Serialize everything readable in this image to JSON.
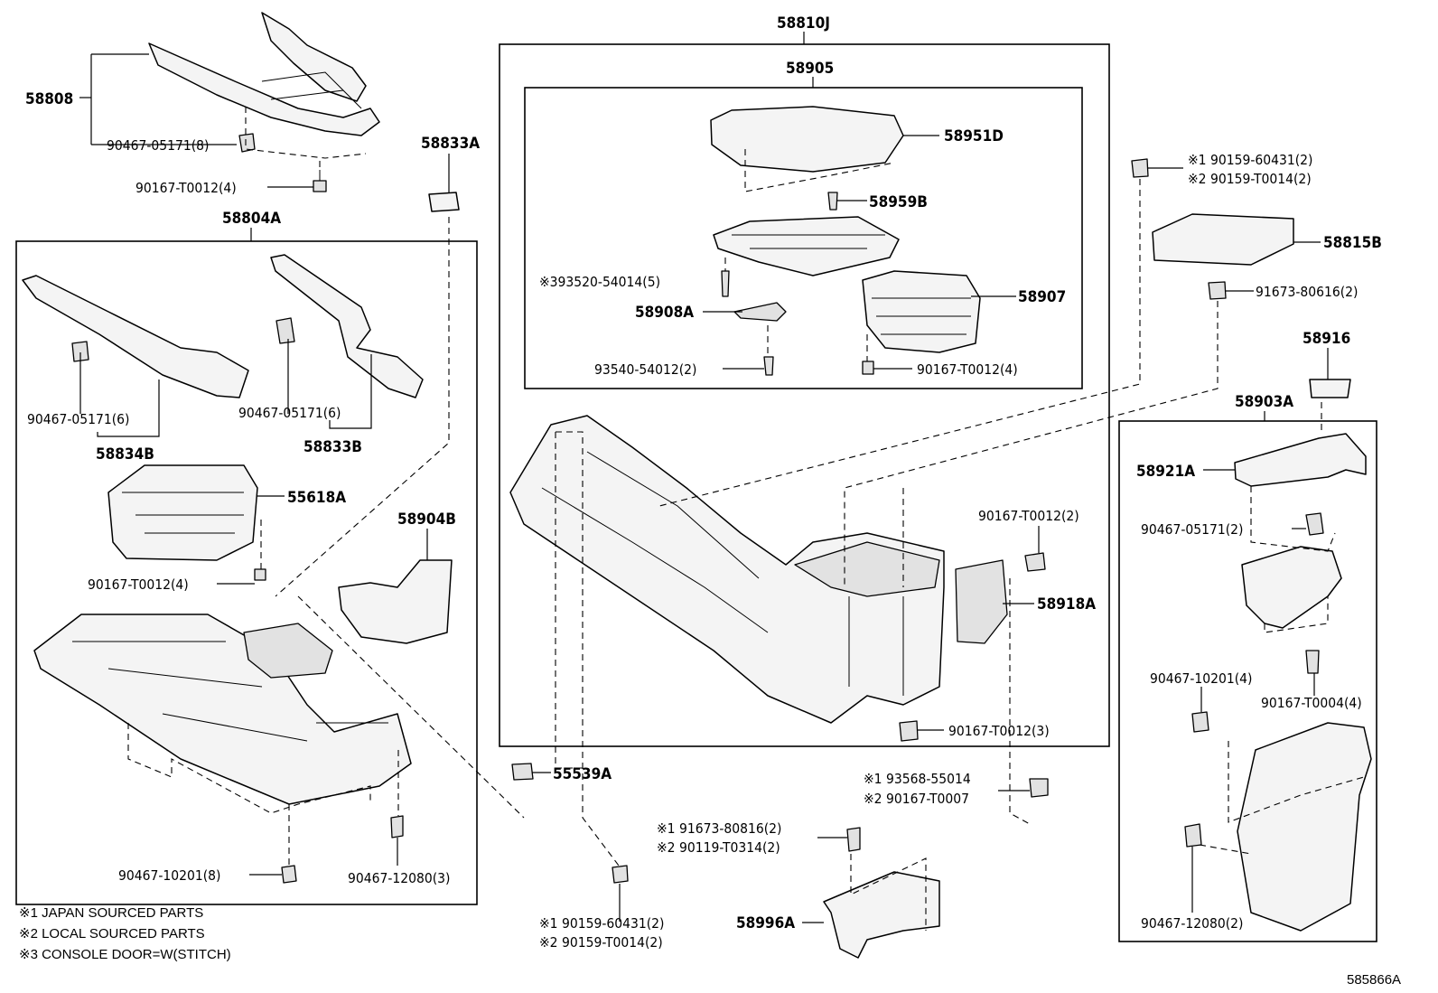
{
  "diagram_id": "585866A",
  "notes": [
    "※1 JAPAN SOURCED PARTS",
    "※2 LOCAL SOURCED PARTS",
    "※3 CONSOLE DOOR=W(STITCH)"
  ],
  "callouts": {
    "c58808": "58808",
    "c90467_05171_8": "90467-05171(8)",
    "c90167_T0012_4_top": "90167-T0012(4)",
    "c58833A": "58833A",
    "c58804A": "58804A",
    "c90467_05171_6_left": "90467-05171(6)",
    "c90467_05171_6_right": "90467-05171(6)",
    "c58834B": "58834B",
    "c58833B": "58833B",
    "c55618A": "55618A",
    "c58904B": "58904B",
    "c90167_T0012_4_left": "90167-T0012(4)",
    "c90467_10201_8": "90467-10201(8)",
    "c90467_12080_3": "90467-12080(3)",
    "c55539A": "55539A",
    "c58810J": "58810J",
    "c58905": "58905",
    "c58951D": "58951D",
    "c58959B": "58959B",
    "c393520": "※393520-54014(5)",
    "c58907": "58907",
    "c58908A": "58908A",
    "c93540": "93540-54012(2)",
    "c90167_T0012_4_box": "90167-T0012(4)",
    "c90167_T0012_2": "90167-T0012(2)",
    "c58918A": "58918A",
    "c90167_T0012_3": "90167-T0012(3)",
    "c93568_1": "※1 93568-55014",
    "c90167_T0007_2": "※2 90167-T0007",
    "c91673_80816_1": "※1 91673-80816(2)",
    "c90119_T0314_2": "※2 90119-T0314(2)",
    "c58996A": "58996A",
    "c90159_60431_b": "※1 90159-60431(2)",
    "c90159_T0014_b": "※2 90159-T0014(2)",
    "c90159_60431_t": "※1 90159-60431(2)",
    "c90159_T0014_t": "※2 90159-T0014(2)",
    "c58815B": "58815B",
    "c91673_80616": "91673-80616(2)",
    "c58916": "58916",
    "c58903A": "58903A",
    "c58921A": "58921A",
    "c90467_05171_2": "90467-05171(2)",
    "c90467_10201_4": "90467-10201(4)",
    "c90167_T0004_4": "90167-T0004(4)",
    "c90467_12080_2": "90467-12080(2)"
  }
}
